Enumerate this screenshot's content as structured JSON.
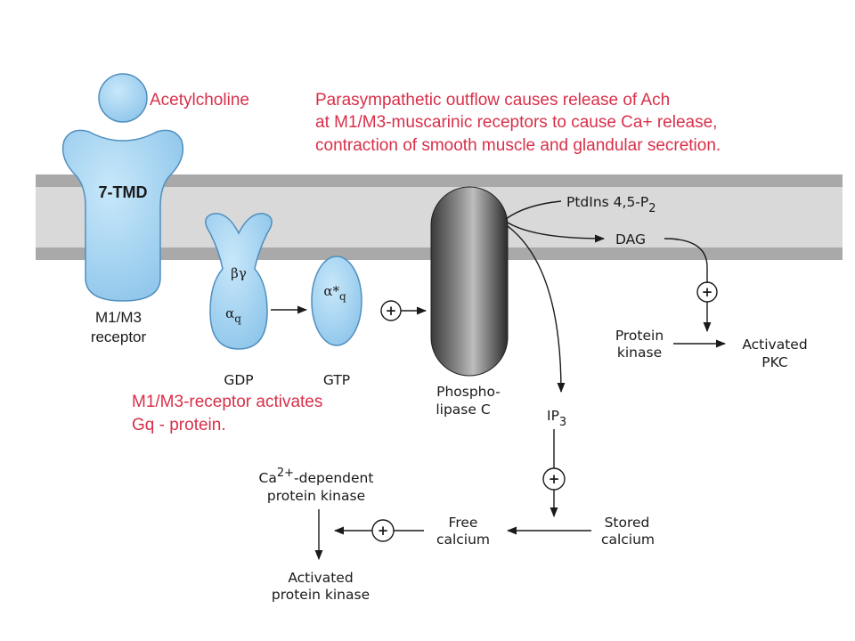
{
  "ligand": {
    "label": "Acetylcholine"
  },
  "title_note": {
    "line1": "Parasympathetic outflow causes release of Ach",
    "line2": "at M1/M3-muscarinic receptors to cause Ca+ release,",
    "line3": "contraction of smooth muscle and glandular secretion."
  },
  "receptor": {
    "inner_label": "7-TMD",
    "name": "M1/M3",
    "name2": "receptor"
  },
  "gprotein_inactive": {
    "bg": "βγ",
    "alpha": "α",
    "alpha_sub": "q",
    "nucleotide": "GDP"
  },
  "gprotein_active": {
    "alpha": "α*",
    "alpha_sub": "q",
    "nucleotide": "GTP"
  },
  "activation_note": {
    "line1": "M1/M3-receptor activates",
    "line2": "Gq - protein."
  },
  "plc": {
    "line1": "Phospho-",
    "line2": "lipase C"
  },
  "substrate": {
    "prefix": "PtdIns 4,5-P",
    "sub": "2"
  },
  "products": {
    "dag": "DAG",
    "ip3": "IP",
    "ip3_sub": "3"
  },
  "pkc_branch": {
    "kinase_line1": "Protein",
    "kinase_line2": "kinase",
    "result_line1": "Activated",
    "result_line2": "PKC"
  },
  "calcium_branch": {
    "stored_line1": "Stored",
    "stored_line2": "calcium",
    "free_line1": "Free",
    "free_line2": "calcium",
    "ca_dep_prefix": "Ca",
    "ca_dep_sup": "2+",
    "ca_dep_suffix": "-dependent",
    "ca_dep_line2": "protein kinase",
    "result_line1": "Activated",
    "result_line2": "protein kinase"
  },
  "stimulation_symbol": "+",
  "colors": {
    "protein_fill": "#9fd0ee",
    "protein_stroke": "#4f8fbf",
    "membrane_gray": "#a9a9a9",
    "membrane_inner": "#d9d9d9",
    "note_red": "#d8304a"
  }
}
